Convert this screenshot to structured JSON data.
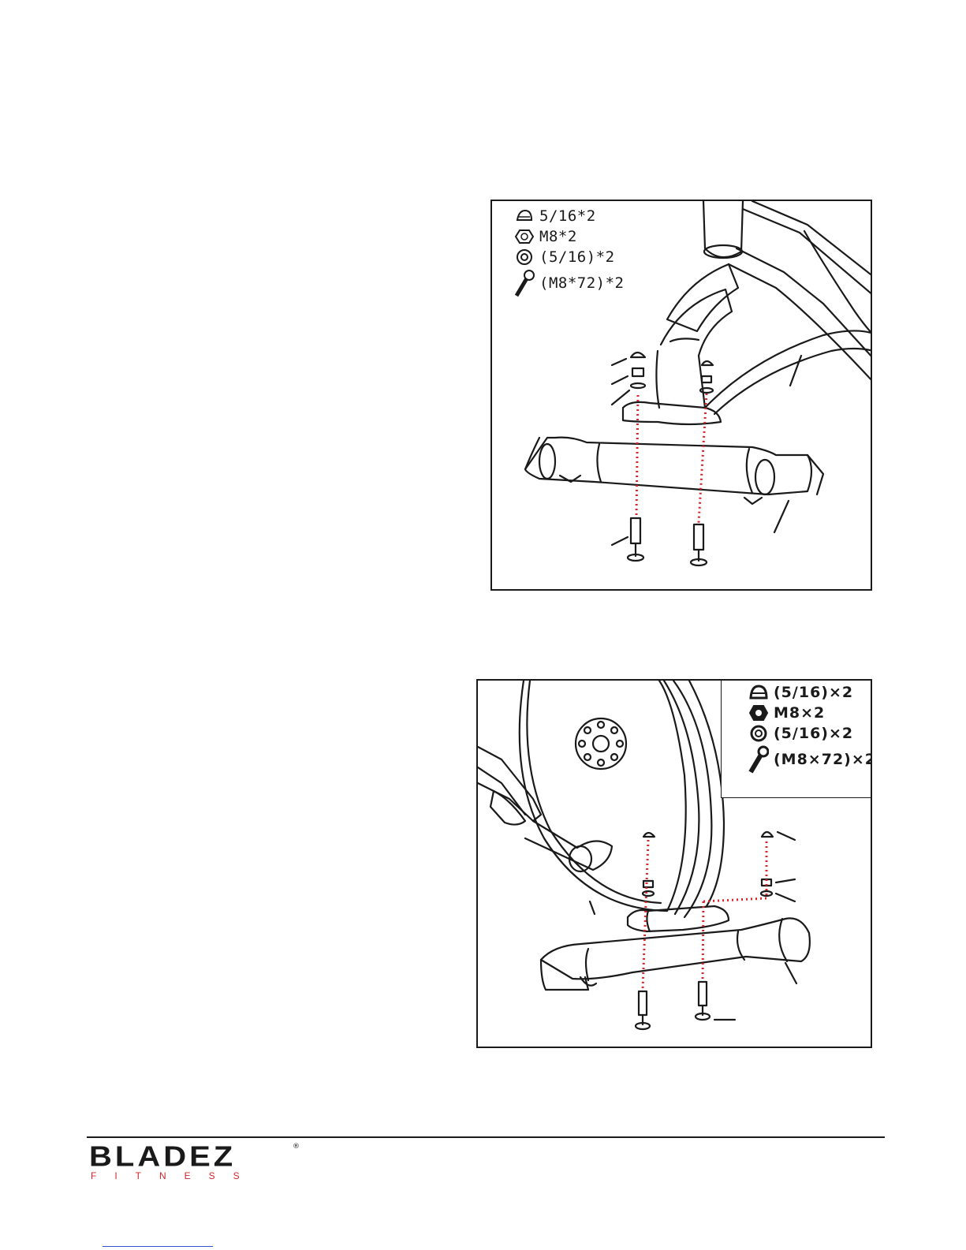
{
  "figures": [
    {
      "legend": [
        {
          "icon": "cap-nut-icon",
          "text": "5/16*2"
        },
        {
          "icon": "hex-nut-icon",
          "text": "M8*2"
        },
        {
          "icon": "washer-icon",
          "text": "(5/16)*2"
        },
        {
          "icon": "bolt-icon",
          "text": "(M8*72)*2"
        }
      ]
    },
    {
      "legend": [
        {
          "icon": "cap-nut-icon",
          "text": "(5/16)×2"
        },
        {
          "icon": "hex-nut-icon",
          "text": "M8×2"
        },
        {
          "icon": "washer-icon",
          "text": "(5/16)×2"
        },
        {
          "icon": "bolt-icon",
          "text": "(M8×72)×2"
        }
      ]
    }
  ],
  "footer": {
    "brand_name": "BLADEZ",
    "brand_sub": "FITNESS",
    "registered_mark": "®",
    "colors": {
      "brand": "#1a1a1a",
      "accent": "#d4262a",
      "dotted_line": "#d4262a"
    }
  }
}
